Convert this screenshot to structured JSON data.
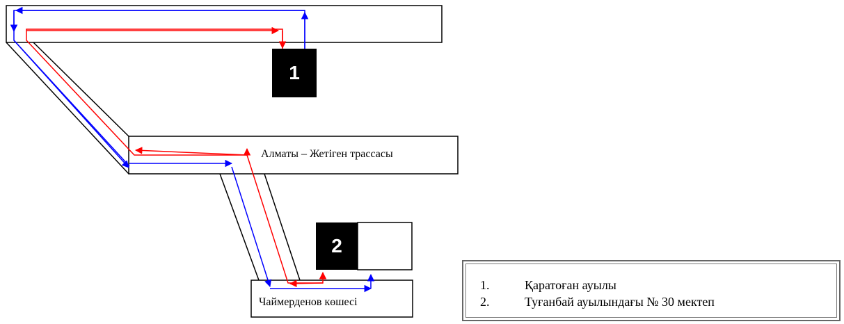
{
  "labels": {
    "highway": "Алматы – Жетіген трассасы",
    "street": "Чаймерденов көшесі"
  },
  "markers": [
    {
      "number": "1"
    },
    {
      "number": "2"
    }
  ],
  "legend": [
    {
      "num": "1.",
      "text": "Қаратоған ауылы"
    },
    {
      "num": "2.",
      "text": "Туғанбай ауылындағы № 30 мектеп"
    }
  ],
  "colors": {
    "route_red": "#ff0000",
    "route_blue": "#0000ff",
    "outline": "#000000"
  }
}
